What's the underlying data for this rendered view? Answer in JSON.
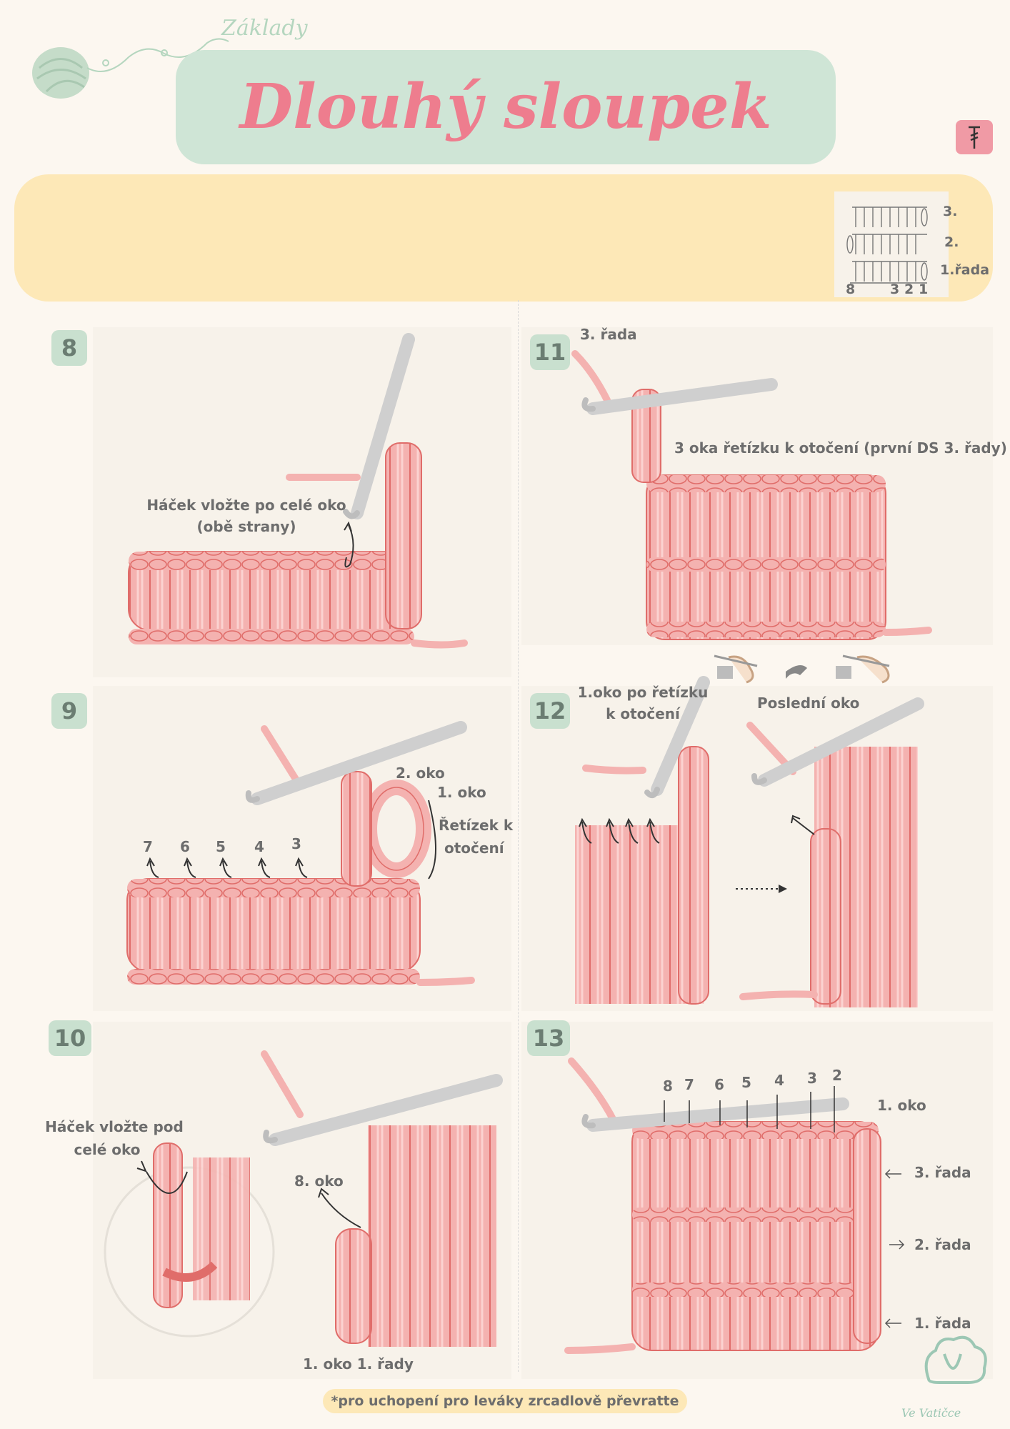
{
  "header": {
    "subtitle": "Základy",
    "title": "Dlouhý sloupek"
  },
  "diagram": {
    "row_labels": [
      "3.",
      "2.",
      "1.řada"
    ],
    "column_numbers": [
      "8",
      "3",
      "2",
      "1"
    ]
  },
  "steps": [
    {
      "number": "8",
      "labels": [
        "Háček vložte po celé oko",
        "(obě strany)"
      ]
    },
    {
      "number": "9",
      "labels": [
        "2. oko",
        "1. oko",
        "Řetízek k",
        "otočení"
      ],
      "loop_numbers": [
        "7",
        "6",
        "5",
        "4",
        "3"
      ]
    },
    {
      "number": "10",
      "labels": [
        "Háček vložte pod",
        "celé oko",
        "8. oko",
        "1. oko 1. řady"
      ]
    },
    {
      "number": "11",
      "labels": [
        "3. řada",
        "3 oka řetízku k otočení (první DS 3. řady)"
      ]
    },
    {
      "number": "12",
      "labels": [
        "1.oko po řetízku",
        "k otočení",
        "Poslední oko"
      ]
    },
    {
      "number": "13",
      "labels": [
        "1. oko",
        "3. řada",
        "2. řada",
        "1. řada"
      ],
      "loop_numbers": [
        "8",
        "7",
        "6",
        "5",
        "4",
        "3",
        "2"
      ]
    }
  ],
  "footer": {
    "note": "*pro uchopení pro leváky zrcadlově převratte",
    "brand": "Ve Vatičce"
  },
  "colors": {
    "title_pink": "#ee7d8e",
    "mint": "#cfe5d6",
    "yellow": "#fde8b7",
    "yarn": "#f2a8a8",
    "yarn_line": "#d9534f",
    "hook": "#c9c9c9"
  }
}
